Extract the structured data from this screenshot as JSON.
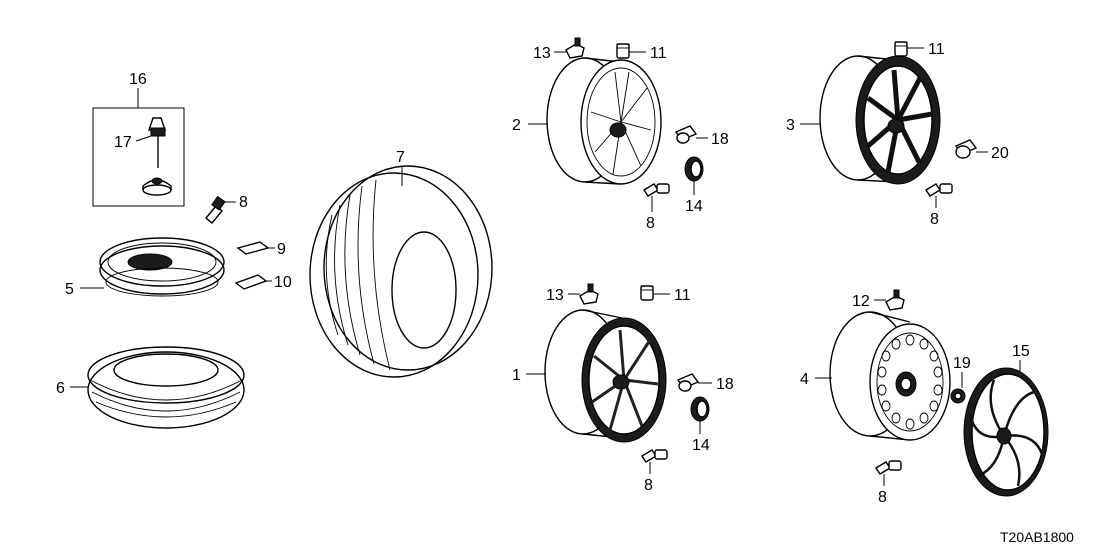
{
  "diagram": {
    "code": "T20AB1800",
    "callouts": {
      "c1": "1",
      "c2": "2",
      "c3": "3",
      "c4": "4",
      "c5": "5",
      "c6": "6",
      "c7": "7",
      "c8a": "8",
      "c8b": "8",
      "c8c": "8",
      "c8d": "8",
      "c8e": "8",
      "c9": "9",
      "c10": "10",
      "c11a": "11",
      "c11b": "11",
      "c11c": "11",
      "c12": "12",
      "c13a": "13",
      "c13b": "13",
      "c14a": "14",
      "c14b": "14",
      "c15": "15",
      "c16": "16",
      "c17": "17",
      "c18a": "18",
      "c18b": "18",
      "c19": "19",
      "c20": "20"
    }
  }
}
